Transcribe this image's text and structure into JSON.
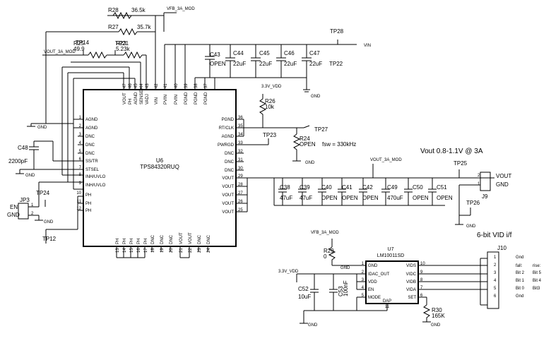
{
  "ic_u6": {
    "ref": "U6",
    "part": "TPS84320RUQ",
    "top_pins": [
      {
        "num": "47",
        "name": "VOUT"
      },
      {
        "num": "46",
        "name": "PH"
      },
      {
        "num": "45",
        "name": "AGND"
      },
      {
        "num": "44",
        "name": "SENSE+"
      },
      {
        "num": "43",
        "name": "VADJ"
      },
      {
        "num": "42",
        "name": "VIN"
      },
      {
        "num": "41",
        "name": "PVIN"
      },
      {
        "num": "40",
        "name": "PVIN"
      },
      {
        "num": "39",
        "name": "PGND"
      },
      {
        "num": "38",
        "name": "PGND"
      },
      {
        "num": "37",
        "name": "PGND"
      }
    ],
    "left_pins": [
      {
        "num": "1",
        "name": "AGND"
      },
      {
        "num": "2",
        "name": "AGND"
      },
      {
        "num": "3",
        "name": "DNC"
      },
      {
        "num": "4",
        "name": "DNC"
      },
      {
        "num": "5",
        "name": "DNC"
      },
      {
        "num": "6",
        "name": "SS/TR"
      },
      {
        "num": "7",
        "name": "STSEL"
      },
      {
        "num": "8",
        "name": "INH/UVLO"
      },
      {
        "num": "9",
        "name": "INH/UVLO"
      },
      {
        "num": "10",
        "name": "PH"
      },
      {
        "num": "11",
        "name": "PH"
      },
      {
        "num": "12",
        "name": "PH"
      }
    ],
    "right_pins": [
      {
        "num": "36",
        "name": "PGND"
      },
      {
        "num": "35",
        "name": "RT/CLK"
      },
      {
        "num": "34",
        "name": "AGND"
      },
      {
        "num": "33",
        "name": "PWRGD"
      },
      {
        "num": "32",
        "name": "DNC"
      },
      {
        "num": "31",
        "name": "DNC"
      },
      {
        "num": "30",
        "name": "DNC"
      },
      {
        "num": "29",
        "name": "VOUT"
      },
      {
        "num": "28",
        "name": "VOUT"
      },
      {
        "num": "27",
        "name": "VOUT"
      },
      {
        "num": "26",
        "name": "VOUT"
      },
      {
        "num": "25",
        "name": "VOUT"
      }
    ],
    "bottom_pins": [
      {
        "num": "13",
        "name": "PH"
      },
      {
        "num": "14",
        "name": "PH"
      },
      {
        "num": "15",
        "name": "PH"
      },
      {
        "num": "16",
        "name": "PH"
      },
      {
        "num": "17",
        "name": "PH"
      },
      {
        "num": "18",
        "name": "DNC"
      },
      {
        "num": "19",
        "name": "DNC"
      },
      {
        "num": "20",
        "name": "DNC"
      },
      {
        "num": "21",
        "name": "VOUT"
      },
      {
        "num": "22",
        "name": "VOUT"
      },
      {
        "num": "23",
        "name": "DNC"
      },
      {
        "num": "24",
        "name": "DNC"
      }
    ]
  },
  "ic_u7": {
    "ref": "U7",
    "part": "LM10011SD",
    "left_pins": [
      {
        "num": "1",
        "name": "GND"
      },
      {
        "num": "2",
        "name": "IDAC_OUT"
      },
      {
        "num": "3",
        "name": "VDD"
      },
      {
        "num": "4",
        "name": "EN"
      },
      {
        "num": "5",
        "name": "MODE"
      }
    ],
    "right_pins": [
      {
        "num": "10",
        "name": "VIDS"
      },
      {
        "num": "9",
        "name": "VIDC"
      },
      {
        "num": "8",
        "name": "VIDB"
      },
      {
        "num": "7",
        "name": "VIDA"
      },
      {
        "num": "6",
        "name": "SET"
      }
    ],
    "bottom_pin": {
      "num": "11",
      "name": "DAP"
    }
  },
  "resistors": [
    {
      "ref": "R28",
      "value": "36.5k"
    },
    {
      "ref": "R27",
      "value": "35.7k"
    },
    {
      "ref": "R25",
      "value": "49.9"
    },
    {
      "ref": "R23",
      "value": "5.23k"
    },
    {
      "ref": "R26",
      "value": "10k"
    },
    {
      "ref": "R24",
      "value": "OPEN"
    },
    {
      "ref": "R29",
      "value": "0"
    },
    {
      "ref": "R30",
      "value": "165K"
    }
  ],
  "capacitors": [
    {
      "ref": "C43",
      "value": "OPEN"
    },
    {
      "ref": "C44",
      "value": "22uF"
    },
    {
      "ref": "C45",
      "value": "22uF"
    },
    {
      "ref": "C46",
      "value": "22uF"
    },
    {
      "ref": "C47",
      "value": "22uF"
    },
    {
      "ref": "C48",
      "value": "2200pF"
    },
    {
      "ref": "C38",
      "value": "47uF"
    },
    {
      "ref": "C39",
      "value": "47uF"
    },
    {
      "ref": "C40",
      "value": "OPEN"
    },
    {
      "ref": "C41",
      "value": "OPEN"
    },
    {
      "ref": "C42",
      "value": "OPEN"
    },
    {
      "ref": "C49",
      "value": "470uF"
    },
    {
      "ref": "C50",
      "value": "OPEN"
    },
    {
      "ref": "C51",
      "value": "OPEN"
    },
    {
      "ref": "C52",
      "value": "10uF"
    },
    {
      "ref": "C53",
      "value": "100nF"
    }
  ],
  "testpoints": [
    "TP14",
    "TP21",
    "TP28",
    "TP22",
    "TP27",
    "TP23",
    "TP24",
    "TP12",
    "TP25",
    "TP26"
  ],
  "nets": {
    "vfb": "VFB_3A_MOD",
    "vout_mod": "VOUT_3A_MOD",
    "vin": "VIN",
    "v33": "3.3V_VDD",
    "gnd": "GND"
  },
  "headers": {
    "jp3": {
      "ref": "JP3",
      "pin1": "EN",
      "pin2": "GND",
      "n1": "1",
      "n2": "2"
    },
    "j9": {
      "ref": "J9",
      "pin1": "VOUT",
      "pin2": "GND",
      "n1": "2",
      "n2": "1"
    },
    "j10": {
      "ref": "J10",
      "pins": [
        "1",
        "2",
        "3",
        "4",
        "5",
        "6"
      ]
    }
  },
  "notes": {
    "fsw": "fsw = 330kHz",
    "vout_title": "Vout 0.8-1.1V @ 3A",
    "vid_title": "6-bit VID i/f",
    "j10_fall": "fall:",
    "j10_rise": "rise:",
    "j10_rows": [
      {
        "left": "Gnd",
        "right": ""
      },
      {
        "left": "Bit 2",
        "right": "Bit 5"
      },
      {
        "left": "Bit 1",
        "right": "Bit 4"
      },
      {
        "left": "Bit 0",
        "right": "Bit3"
      },
      {
        "left": "Gnd",
        "right": ""
      }
    ]
  }
}
